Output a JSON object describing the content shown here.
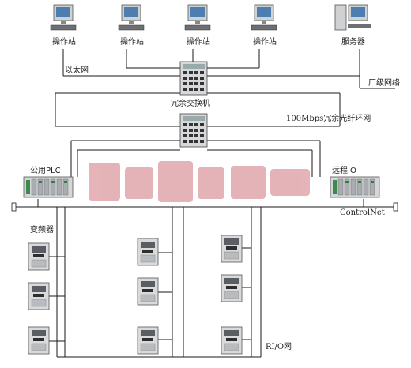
{
  "labels": {
    "station1": "操作站",
    "station2": "操作站",
    "station3": "操作站",
    "station4": "操作站",
    "server": "服务器",
    "ethernet": "以太网",
    "plant_network": "厂级网络",
    "redundant_switch": "冗余交换机",
    "fiber_ring": "100Mbps冗余光纤环网",
    "public_plc": "公用PLC",
    "remote_io": "远程IO",
    "controlnet": "ControlNet",
    "vfd": "变频器",
    "rio_network": "RI/O网"
  },
  "icons": {
    "workstation": "computer-workstation-icon",
    "server": "server-tower-icon",
    "switch": "network-switch-icon",
    "plc": "plc-rack-icon",
    "vfd": "variable-frequency-drive-icon"
  },
  "colors": {
    "line": "#1a1a1a",
    "watermark": "#e0a6ac",
    "device_body": "#d9dadb",
    "screen": "#4c7fb0"
  }
}
